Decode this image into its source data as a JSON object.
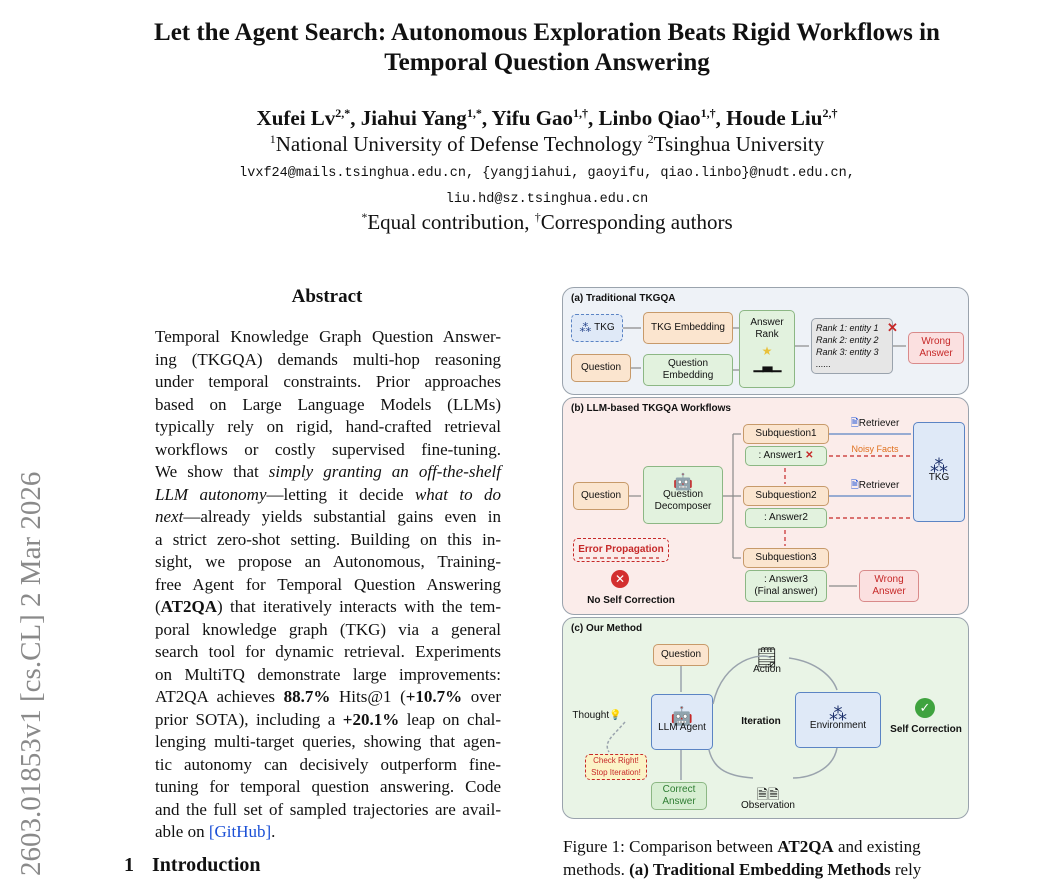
{
  "paper": {
    "title_line1": "Let the Agent Search: Autonomous Exploration Beats Rigid Workflows in",
    "title_line2": "Temporal Question Answering",
    "authors": [
      {
        "name": "Xufei Lv",
        "sup": "2,*"
      },
      {
        "name": "Jiahui Yang",
        "sup": "1,*"
      },
      {
        "name": "Yifu Gao",
        "sup": "1,†"
      },
      {
        "name": "Linbo Qiao",
        "sup": "1,†"
      },
      {
        "name": "Houde Liu",
        "sup": "2,†"
      }
    ],
    "affil1_sup": "1",
    "affil1": "National University of Defense Technology ",
    "affil2_sup": "2",
    "affil2": "Tsinghua University",
    "emails_line1": "lvxf24@mails.tsinghua.edu.cn, {yangjiahui, gaoyifu, qiao.linbo}@nudt.edu.cn,",
    "emails_line2": "liu.hd@sz.tsinghua.edu.cn",
    "equal_sup": "*",
    "equal": "Equal contribution, ",
    "corr_sup": "†",
    "corr": "Corresponding authors",
    "arxiv_id": "2603.01853v1  [cs.CL]  2 Mar 2026"
  },
  "abstract": {
    "heading": "Abstract",
    "lines": [
      "Temporal Knowledge Graph Question Answer-",
      "ing (TKGQA) demands multi-hop reasoning",
      "under temporal constraints.  Prior approaches",
      "based on Large Language Models (LLMs)",
      "typically rely on rigid, hand-crafted retrieval",
      "workflows or costly supervised fine-tuning.",
      "We show that simply granting an off-the-shelf",
      "LLM autonomy—letting it decide what to do",
      "next—already yields substantial gains even in",
      "a strict zero-shot setting.  Building on this in-",
      "sight, we propose an Autonomous, Training-",
      "free Agent for Temporal Question Answering",
      "(AT2QA) that iteratively interacts with the tem-",
      "poral knowledge graph (TKG) via a general",
      "search tool for dynamic retrieval.  Experiments",
      "on MultiTQ demonstrate large improvements:",
      "AT2QA achieves 88.7% Hits@1 (+10.7% over",
      "prior SOTA), including a +20.1% leap on chal-",
      "lenging multi-target queries, showing that agen-",
      "tic autonomy can decisively outperform fine-",
      "tuning for temporal question answering.  Code",
      "and the full set of sampled trajectories are avail-",
      "able on [GitHub]."
    ]
  },
  "intro": {
    "number": "1",
    "heading": "Introduction"
  },
  "caption": {
    "line1": "Figure 1: Comparison between AT2QA and existing",
    "line2": "methods. (a) Traditional Embedding Methods rely"
  },
  "figure": {
    "a": {
      "title": "(a) Traditional TKGQA",
      "tkg": "TKG",
      "tkg_emb": "TKG Embedding",
      "question": "Question",
      "q_emb": "Question Embedding",
      "answer_rank": "Answer Rank",
      "rank1": "Rank 1: entity 1",
      "rank2": "Rank 2: entity 2",
      "rank3": "Rank 3: entity 3",
      "dots": "......",
      "wrong": "Wrong Answer"
    },
    "b": {
      "title": "(b) LLM-based TKGQA Workflows",
      "question": "Question",
      "decomposer": "Question Decomposer",
      "sub1": "Subquestion1",
      "ans1": ": Answer1",
      "sub2": "Subquestion2",
      "ans2": ": Answer2",
      "sub3": "Subquestion3",
      "ans3": ": Answer3",
      "final": "(Final answer)",
      "retriever1": "Retriever",
      "retriever2": "Retriever",
      "noisy": "Noisy Facts",
      "tkg": "TKG",
      "error_prop": "Error Propagation",
      "no_self": "No Self Correction",
      "wrong": "Wrong Answer"
    },
    "c": {
      "title": "(c) Our Method",
      "question": "Question",
      "action": "Action",
      "thought": "Thought",
      "llm_agent": "LLM Agent",
      "iteration": "Iteration",
      "environment": "Environment",
      "self_correction": "Self Correction",
      "check_right": "Check Right!",
      "stop_iter": "Stop Iteration!",
      "correct": "Correct Answer",
      "observation": "Observation"
    }
  }
}
